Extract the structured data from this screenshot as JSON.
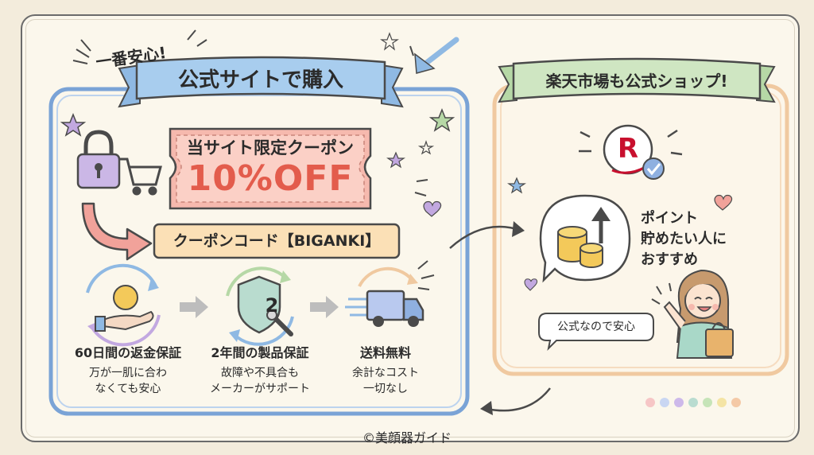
{
  "header": {
    "tagline": "一番安心!",
    "ribbon": "公式サイトで購入"
  },
  "coupon": {
    "title": "当サイト限定クーポン",
    "discount": "10%OFF",
    "code_label": "クーポンコード【BIGANKI】"
  },
  "features": [
    {
      "title": "60日間の返金保証",
      "line1": "万が一肌に合わ",
      "line2": "なくても安心"
    },
    {
      "title": "2年間の製品保証",
      "line1": "故障や不具合も",
      "line2": "メーカーがサポート"
    },
    {
      "title": "送料無料",
      "line1": "余計なコスト",
      "line2": "一切なし"
    }
  ],
  "warranty_badge": "2",
  "rakuten": {
    "ribbon": "楽天市場も公式ショップ!",
    "logo_letter": "R",
    "point_line1": "ポイント",
    "point_line2": "貯めたい人に",
    "point_line3": "おすすめ",
    "speech": "公式なので安心"
  },
  "footer": {
    "credit": "©美顔器ガイド"
  },
  "colors": {
    "ribbon_blue": "#a8cdee",
    "ribbon_green": "#cfe6c2",
    "coupon_pink": "#f6b9ae",
    "frame_blue": "#7aa3d6",
    "frame_orange": "#f0c9a0",
    "rakuten_red": "#c8102e"
  },
  "icons": [
    "lock-icon",
    "cart-icon",
    "arrow-icon",
    "money-hand-icon",
    "shield-wrench-icon",
    "truck-icon",
    "rakuten-logo-icon",
    "check-icon",
    "coins-icon",
    "woman-icon",
    "shopping-bag-icon",
    "star-icon",
    "heart-icon"
  ]
}
